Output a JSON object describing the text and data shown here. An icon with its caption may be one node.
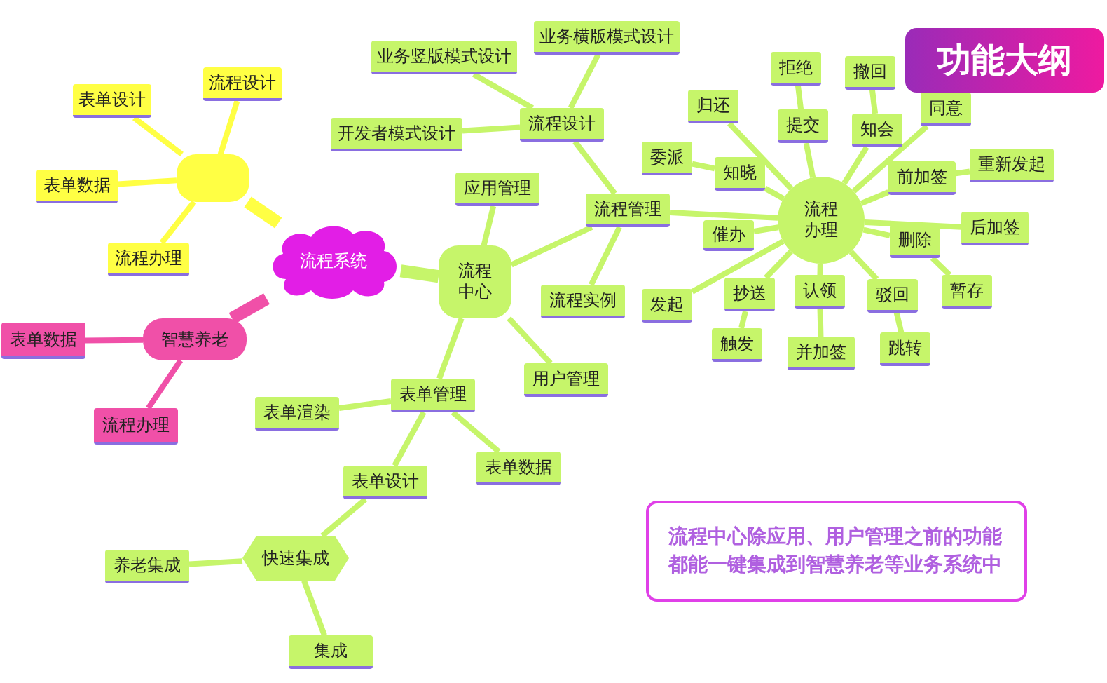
{
  "diagram": {
    "title": "功能大纲",
    "nodes": [
      {
        "text": [
          "流程系统"
        ]
      },
      {
        "text": [],
        "shape": "box"
      },
      {
        "text": [
          "表单设计"
        ]
      },
      {
        "text": [
          "流程设计"
        ]
      },
      {
        "text": [
          "表单数据"
        ]
      },
      {
        "text": [
          "流程办理"
        ]
      },
      {
        "text": [
          "智慧养老"
        ]
      },
      {
        "text": [
          "表单数据"
        ]
      },
      {
        "text": [
          "流程办理"
        ]
      },
      {
        "text": [
          "流程中心"
        ]
      },
      {
        "text": [
          "应用管理"
        ]
      },
      {
        "text": [
          "流程管理"
        ]
      },
      {
        "text": [
          "流程设计"
        ]
      },
      {
        "text": [
          "业务竖版模式设计"
        ]
      },
      {
        "text": [
          "业务横版模式设计"
        ]
      },
      {
        "text": [
          "开发者模式设计"
        ]
      },
      {
        "text": [
          "流程实例"
        ]
      },
      {
        "text": [
          "用户管理"
        ]
      },
      {
        "text": [
          "流程办理"
        ]
      },
      {
        "text": [
          "拒绝"
        ]
      },
      {
        "text": [
          "撤回"
        ]
      },
      {
        "text": [
          "归还"
        ]
      },
      {
        "text": [
          "提交"
        ]
      },
      {
        "text": [
          "知会"
        ]
      },
      {
        "text": [
          "同意"
        ]
      },
      {
        "text": [
          "委派"
        ]
      },
      {
        "text": [
          "知晓"
        ]
      },
      {
        "text": [
          "前加签"
        ]
      },
      {
        "text": [
          "重新发起"
        ]
      },
      {
        "text": [
          "催办"
        ]
      },
      {
        "text": [
          "后加签"
        ]
      },
      {
        "text": [
          "删除"
        ]
      },
      {
        "text": [
          "发起"
        ]
      },
      {
        "text": [
          "抄送"
        ]
      },
      {
        "text": [
          "认领"
        ]
      },
      {
        "text": [
          "驳回"
        ]
      },
      {
        "text": [
          "暂存"
        ]
      },
      {
        "text": [
          "触发"
        ]
      },
      {
        "text": [
          "并加签"
        ]
      },
      {
        "text": [
          "跳转"
        ]
      },
      {
        "text": [
          "表单管理"
        ]
      },
      {
        "text": [
          "表单渲染"
        ]
      },
      {
        "text": [
          "表单数据"
        ]
      },
      {
        "text": [
          "表单设计"
        ]
      },
      {
        "text": [
          "快速集成"
        ]
      },
      {
        "text": [
          "养老集成"
        ]
      },
      {
        "text": [
          "集成"
        ]
      },
      {
        "text": [
          "流程中心除应用、用户管理之前的功能都能一键集成到智慧养老等业务系统中"
        ]
      }
    ],
    "edges": [
      {
        "from": 0,
        "to": 1,
        "arrow": "none",
        "style": "thick",
        "color": "#ffff44"
      },
      {
        "from": 1,
        "to": 2,
        "arrow": "none",
        "color": "#ffff44"
      },
      {
        "from": 1,
        "to": 3,
        "arrow": "none",
        "color": "#ffff44"
      },
      {
        "from": 1,
        "to": 4,
        "arrow": "none",
        "color": "#ffff44"
      },
      {
        "from": 1,
        "to": 5,
        "arrow": "none",
        "color": "#ffff44"
      },
      {
        "from": 0,
        "to": 6,
        "arrow": "none",
        "style": "thick",
        "color": "#f050a8"
      },
      {
        "from": 6,
        "to": 7,
        "arrow": "none",
        "color": "#f050a8"
      },
      {
        "from": 6,
        "to": 8,
        "arrow": "none",
        "color": "#f050a8"
      },
      {
        "from": 0,
        "to": 9,
        "arrow": "none",
        "style": "thick"
      },
      {
        "from": 9,
        "to": 10,
        "arrow": "none"
      },
      {
        "from": 9,
        "to": 11,
        "arrow": "none"
      },
      {
        "from": 11,
        "to": 12,
        "arrow": "none"
      },
      {
        "from": 12,
        "to": 13,
        "arrow": "none"
      },
      {
        "from": 12,
        "to": 14,
        "arrow": "none"
      },
      {
        "from": 12,
        "to": 15,
        "arrow": "none"
      },
      {
        "from": 11,
        "to": 16,
        "arrow": "none"
      },
      {
        "from": 9,
        "to": 17,
        "arrow": "none"
      },
      {
        "from": 11,
        "to": 18,
        "arrow": "none"
      },
      {
        "from": 18,
        "to": 21,
        "arrow": "none"
      },
      {
        "from": 18,
        "to": 22,
        "arrow": "none"
      },
      {
        "from": 22,
        "to": 19,
        "arrow": "none"
      },
      {
        "from": 18,
        "to": 23,
        "arrow": "none"
      },
      {
        "from": 23,
        "to": 20,
        "arrow": "none"
      },
      {
        "from": 18,
        "to": 24,
        "arrow": "none"
      },
      {
        "from": 18,
        "to": 26,
        "arrow": "none"
      },
      {
        "from": 26,
        "to": 25,
        "arrow": "none"
      },
      {
        "from": 18,
        "to": 27,
        "arrow": "none"
      },
      {
        "from": 27,
        "to": 28,
        "arrow": "none"
      },
      {
        "from": 18,
        "to": 29,
        "arrow": "none"
      },
      {
        "from": 18,
        "to": 30,
        "arrow": "none"
      },
      {
        "from": 18,
        "to": 31,
        "arrow": "none"
      },
      {
        "from": 31,
        "to": 36,
        "arrow": "none"
      },
      {
        "from": 18,
        "to": 32,
        "arrow": "none"
      },
      {
        "from": 18,
        "to": 33,
        "arrow": "none"
      },
      {
        "from": 33,
        "to": 37,
        "arrow": "none"
      },
      {
        "from": 18,
        "to": 34,
        "arrow": "none"
      },
      {
        "from": 34,
        "to": 38,
        "arrow": "none"
      },
      {
        "from": 18,
        "to": 35,
        "arrow": "none"
      },
      {
        "from": 35,
        "to": 39,
        "arrow": "none"
      },
      {
        "from": 9,
        "to": 40,
        "arrow": "none"
      },
      {
        "from": 40,
        "to": 41,
        "arrow": "none"
      },
      {
        "from": 40,
        "to": 42,
        "arrow": "none"
      },
      {
        "from": 40,
        "to": 43,
        "arrow": "none"
      },
      {
        "from": 43,
        "to": 44,
        "arrow": "none"
      },
      {
        "from": 44,
        "to": 45,
        "arrow": "none"
      },
      {
        "from": 44,
        "to": 46,
        "arrow": "none"
      }
    ]
  }
}
